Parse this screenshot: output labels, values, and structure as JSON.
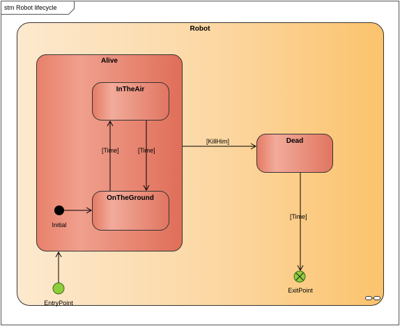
{
  "frame": {
    "title": "stm Robot lifecycle"
  },
  "states": {
    "robot": {
      "name": "Robot"
    },
    "alive": {
      "name": "Alive"
    },
    "in_the_air": {
      "name": "InTheAir"
    },
    "on_the_ground": {
      "name": "OnTheGround"
    },
    "dead": {
      "name": "Dead"
    }
  },
  "pseudostates": {
    "initial": {
      "label": "Initial"
    },
    "entry_point": {
      "label": "EntryPoint"
    },
    "exit_point": {
      "label": "ExitPoint"
    }
  },
  "transitions": {
    "ground_to_air": {
      "guard": "[Time]"
    },
    "air_to_ground": {
      "guard": "[Time]"
    },
    "alive_to_dead": {
      "guard": "[KillHim]"
    },
    "dead_to_exit": {
      "guard": "[Time]"
    }
  },
  "colors": {
    "robot_fill_left": "#fde7c8",
    "robot_fill_right": "#fbc56e",
    "state_fill_light": "#f3a99a",
    "state_fill_dark": "#e1745f",
    "entry_point": "#8fcd3c",
    "exit_point": "#8fcd3c",
    "initial": "#000000"
  }
}
